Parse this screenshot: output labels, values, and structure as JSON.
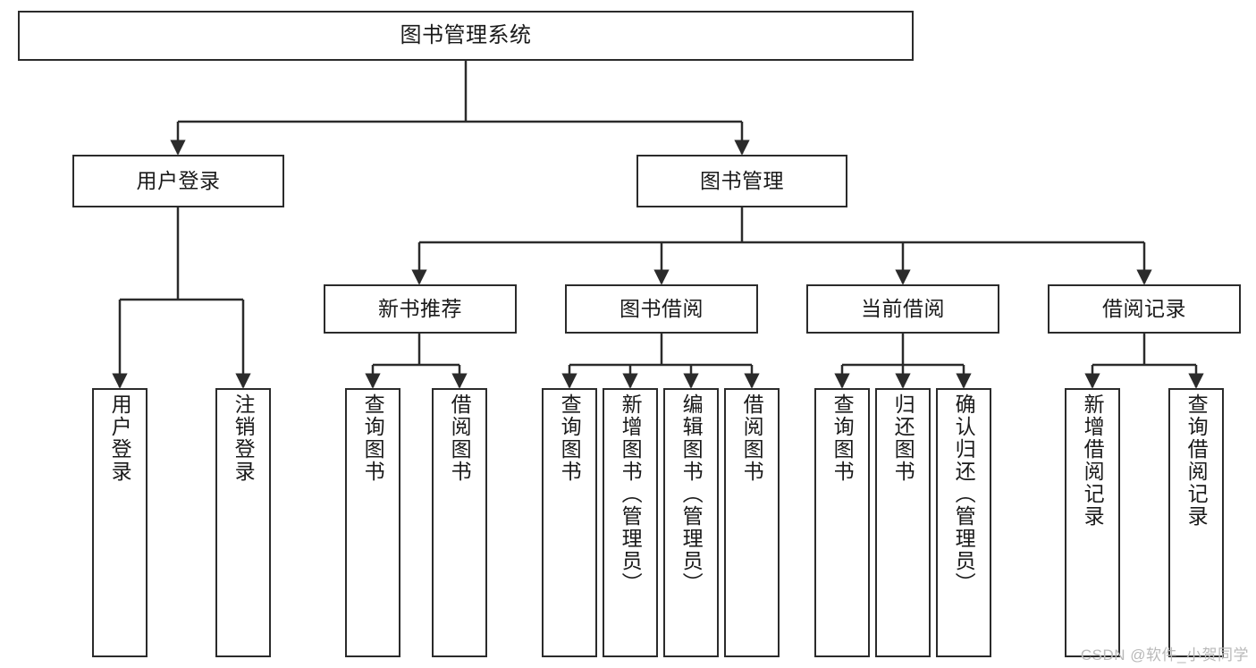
{
  "diagram": {
    "title": "图书管理系统",
    "type": "hierarchy-tree",
    "levels": 4,
    "root": {
      "label": "图书管理系统"
    },
    "level2": [
      {
        "label": "用户登录"
      },
      {
        "label": "图书管理"
      }
    ],
    "level3": [
      {
        "label": "新书推荐"
      },
      {
        "label": "图书借阅"
      },
      {
        "label": "当前借阅"
      },
      {
        "label": "借阅记录"
      }
    ],
    "leaves": {
      "user_login": [
        {
          "label": "用户登录"
        },
        {
          "label": "注销登录"
        }
      ],
      "new_book_recommend": [
        {
          "label": "查询图书"
        },
        {
          "label": "借阅图书"
        }
      ],
      "book_borrow": [
        {
          "label": "查询图书"
        },
        {
          "label": "新增图书（管理员）"
        },
        {
          "label": "编辑图书（管理员）"
        },
        {
          "label": "借阅图书"
        }
      ],
      "current_borrow": [
        {
          "label": "查询图书"
        },
        {
          "label": "归还图书"
        },
        {
          "label": "确认归还（管理员）"
        }
      ],
      "borrow_records": [
        {
          "label": "新增借阅记录"
        },
        {
          "label": "查询借阅记录"
        }
      ]
    }
  },
  "watermark": {
    "text": "CSDN @软件_小贺同学"
  },
  "colors": {
    "stroke": "#2b2b2b",
    "background": "#ffffff",
    "text": "#1a1a1a",
    "watermark": "#b9b9b9"
  }
}
